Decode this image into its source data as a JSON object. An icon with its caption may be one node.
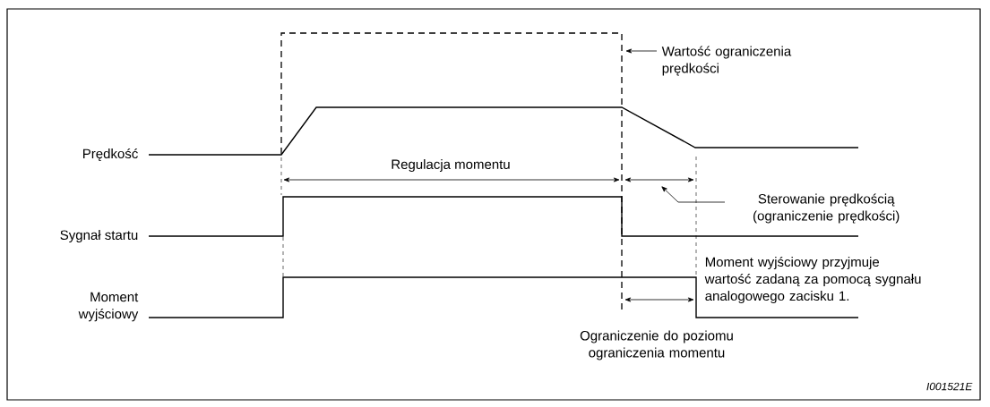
{
  "diagram": {
    "nodes": [
      {
        "text": [
          "Wartość ograniczenia prędkości"
        ]
      },
      {
        "text": [
          "Sterowanie prędkością (ograniczenie prędkości)"
        ]
      }
    ],
    "edges": [
      {
        "from": 0,
        "to": null,
        "arrow": "to"
      },
      {
        "from": 1,
        "to": null,
        "arrow": "to"
      }
    ],
    "labels": [
      "Prędkość",
      "Regulacja momentu",
      "Sygnał startu",
      "Moment wyjściowy",
      "Moment wyjściowy przyjmuje wartość zadaną za pomocą sygnału analogowego zacisku 1.",
      "Ograniczenie do poziomu ograniczenia momentu",
      "I001521E"
    ]
  }
}
